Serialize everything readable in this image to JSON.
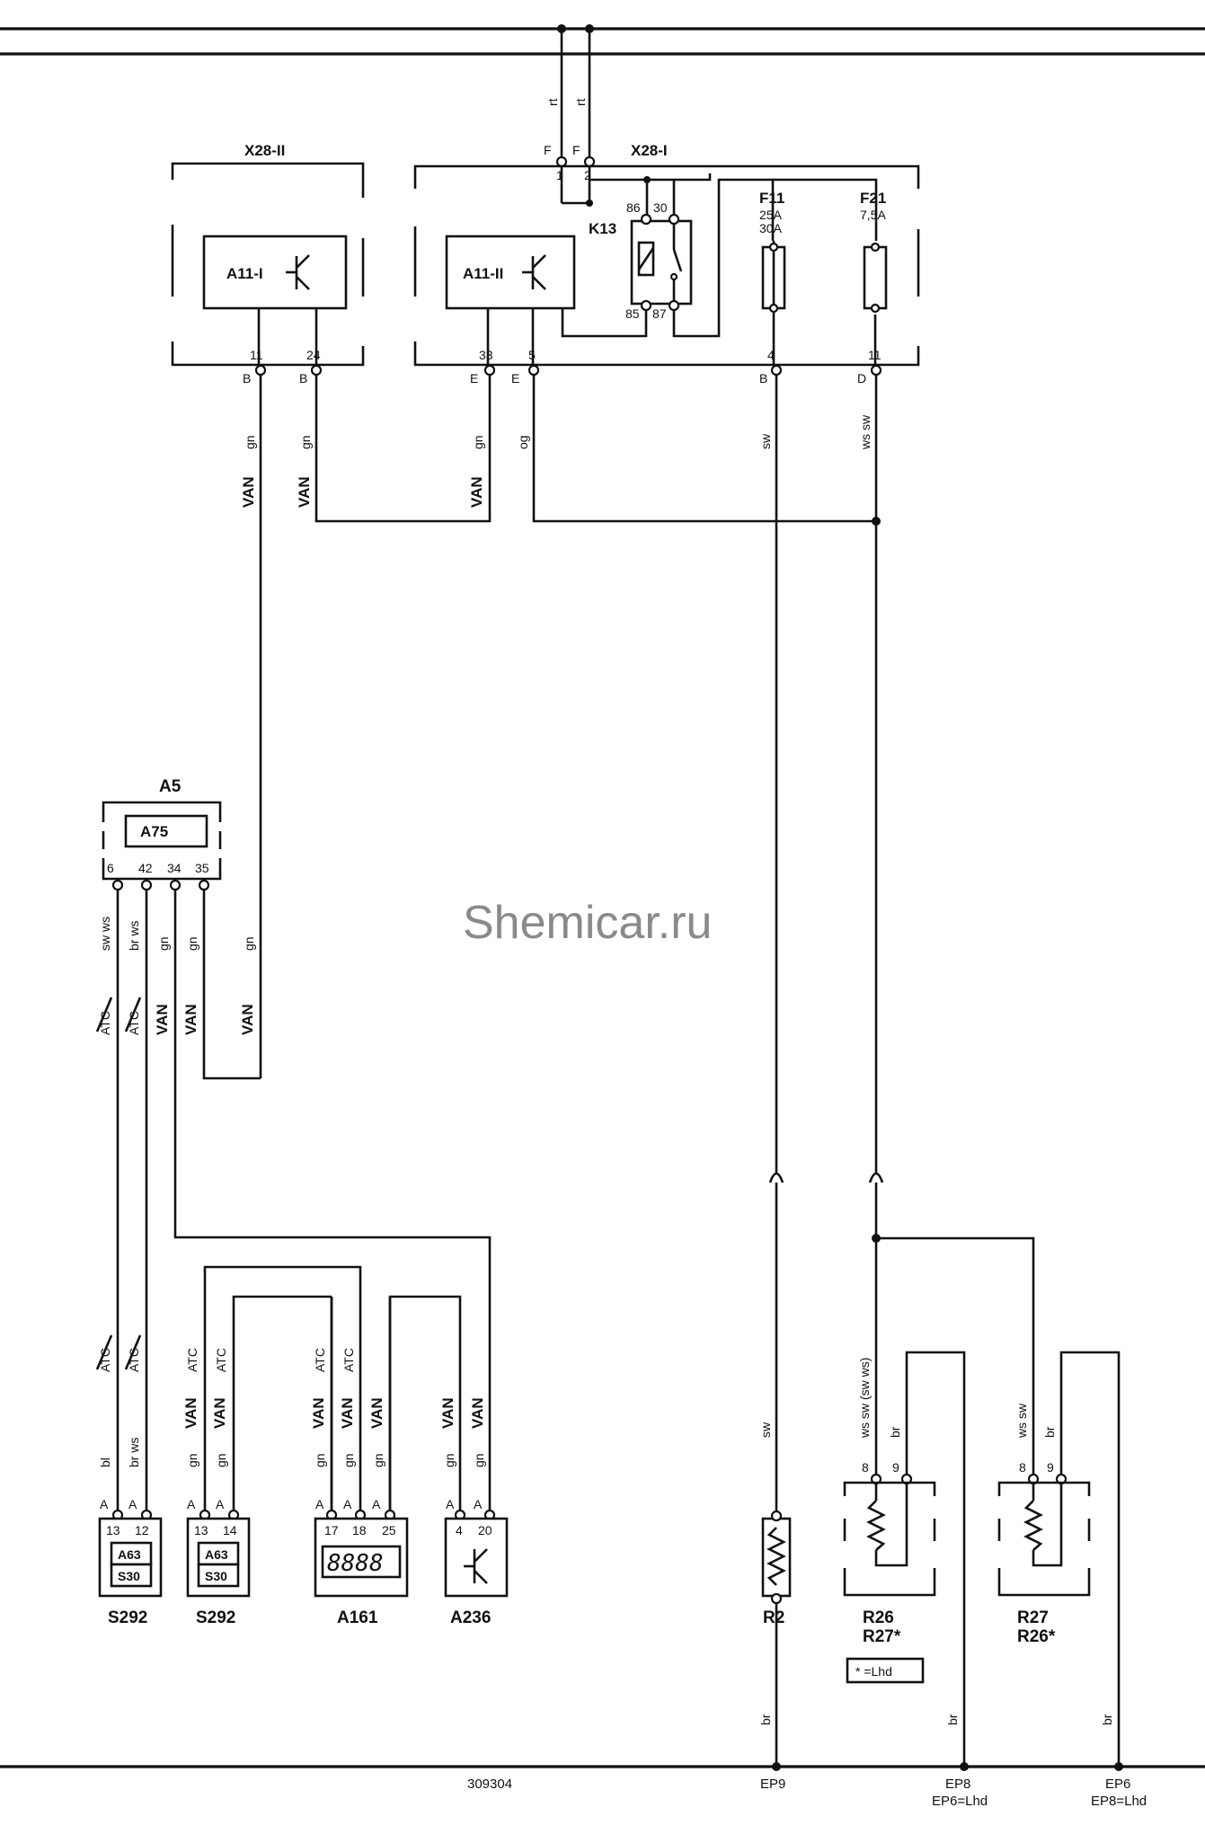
{
  "watermark": "Shemicar.ru",
  "doc_number": "309304",
  "connectors": {
    "x28_2": "X28-II",
    "x28_1": "X28-I"
  },
  "top_wires": {
    "left": "rt",
    "right": "rt"
  },
  "top_pins": {
    "p1": "1",
    "p2": "2",
    "l1": "F",
    "l2": "F"
  },
  "modules": {
    "a11_1": "A11-I",
    "a11_2": "A11-II",
    "a5": "A5",
    "a75": "A75",
    "k13": "K13"
  },
  "relay_pins": {
    "p86": "86",
    "p30": "30",
    "p85": "85",
    "p87": "87"
  },
  "fuses": {
    "f11": {
      "name": "F11",
      "rating1": "25A",
      "rating2": "30A"
    },
    "f21": {
      "name": "F21",
      "rating1": "7,5A"
    }
  },
  "x28_2_pins": {
    "p11": "11",
    "p24": "24",
    "c11": "B",
    "c24": "B"
  },
  "x28_1_pins": {
    "p33": "33",
    "p5": "5",
    "p4": "4",
    "p11": "11",
    "c33": "E",
    "c5": "E",
    "c4": "B",
    "c11": "D"
  },
  "upper_wires": {
    "w1_color": "gn",
    "w1_net": "VAN",
    "w2_color": "gn",
    "w2_net": "VAN",
    "w3_color": "gn",
    "w3_net": "VAN",
    "w4_color": "og",
    "w5_color": "sw",
    "w6_color": "ws sw"
  },
  "a5_pins": [
    "6",
    "42",
    "34",
    "35"
  ],
  "a5_wires": {
    "c6": "sw ws",
    "c42": "br ws",
    "c34": "gn",
    "c35": "gn",
    "cr": "gn",
    "n6": "ATC",
    "n42": "ATC",
    "n34": "VAN",
    "n35": "VAN",
    "nr": "VAN"
  },
  "lower_wires": {
    "s1_net_a": "ATC",
    "s1_net_b": "ATC",
    "s1_col_a": "bl",
    "s1_col_b": "br ws",
    "s2_net_a": "ATC",
    "s2_net_b": "ATC",
    "s2_van_a": "VAN",
    "s2_van_b": "VAN",
    "s2_col_a": "gn",
    "s2_col_b": "gn",
    "a161_net_a": "ATC",
    "a161_net_b": "ATC",
    "a161_van_a": "VAN",
    "a161_van_b": "VAN",
    "a161_van_c": "VAN",
    "a161_col_a": "gn",
    "a161_col_b": "gn",
    "a161_col_c": "gn",
    "a236_van_a": "VAN",
    "a236_van_b": "VAN",
    "a236_col_a": "gn",
    "a236_col_b": "gn"
  },
  "lower_components": {
    "s292_a": {
      "name": "S292",
      "pins": [
        "13",
        "12"
      ],
      "inner1": "A63",
      "inner2": "S30"
    },
    "s292_b": {
      "name": "S292",
      "pins": [
        "13",
        "14"
      ],
      "inner1": "A63",
      "inner2": "S30"
    },
    "a161": {
      "name": "A161",
      "pins": [
        "17",
        "18",
        "25"
      ],
      "display": "8888"
    },
    "a236": {
      "name": "A236",
      "pins": [
        "4",
        "20"
      ]
    }
  },
  "pin_side_letter": "A",
  "right_section": {
    "r2": {
      "name": "R2",
      "wire_top": "sw",
      "wire_bottom": "br"
    },
    "r26": {
      "name": "R26",
      "name2": "R27*",
      "pins": [
        "8",
        "9"
      ],
      "wire_a": "ws sw (sw ws)",
      "wire_b": "br",
      "wire_bottom": "br"
    },
    "r27": {
      "name": "R27",
      "name2": "R26*",
      "pins": [
        "8",
        "9"
      ],
      "wire_a": "ws sw",
      "wire_b": "br",
      "wire_bottom": "br"
    },
    "lhd_note": "* =Lhd"
  },
  "ground_points": {
    "ep9": "EP9",
    "ep8": "EP8",
    "ep8_alt": "EP6=Lhd",
    "ep6": "EP6",
    "ep6_alt": "EP8=Lhd"
  }
}
